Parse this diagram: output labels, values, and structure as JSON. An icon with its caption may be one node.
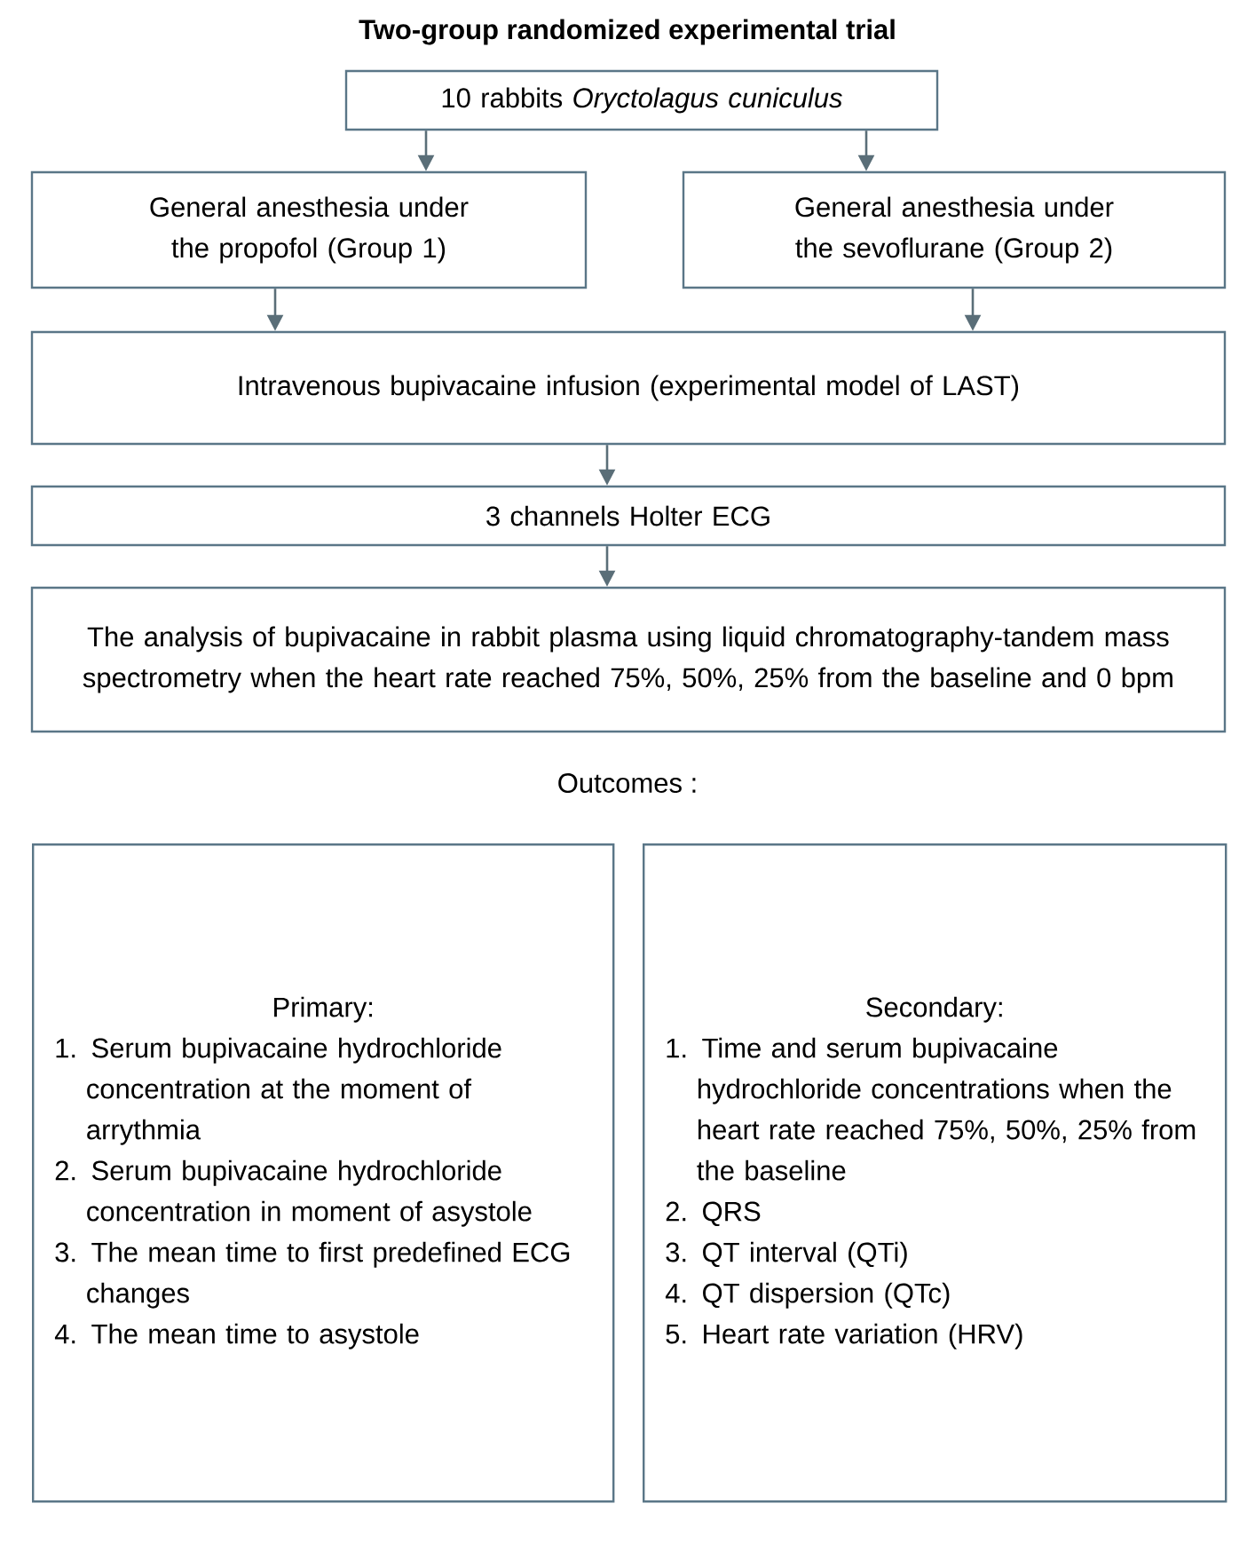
{
  "diagram": {
    "title": "Two-group randomized experimental trial",
    "nodes": [
      {
        "text": [
          "10 rabbits *Oryctolagus cuniculus*"
        ]
      },
      {
        "text": [
          "General anesthesia under the propofol (Group 1)"
        ]
      },
      {
        "text": [
          "General anesthesia under the sevoflurane (Group 2)"
        ]
      },
      {
        "text": [
          "Intravenous bupivacaine infusion (experimental model of LAST)"
        ]
      },
      {
        "text": [
          "3 channels Holter ECG"
        ]
      },
      {
        "text": [
          "The analysis of bupivacaine in rabbit plasma using liquid chromatography-tandem mass spectrometry when the heart rate reached 75%, 50%, 25% from the baseline and 0 bpm"
        ]
      },
      {
        "text": [
          "Primary:",
          "1. Serum bupivacaine hydrochloride concentration at the moment of arrythmia",
          "2. Serum bupivacaine hydrochloride concentration in moment of asystole",
          "3. The mean time to first predefined ECG changes",
          "4. The mean time to asystole"
        ]
      },
      {
        "text": [
          "Secondary:",
          "1. Time and serum bupivacaine hydrochloride concentrations when the heart rate reached 75%, 50%, 25% from the baseline",
          "2. QRS",
          "3. QT interval (QTi)",
          "4. QT dispersion (QTc)",
          "5. Heart rate variation (HRV)"
        ]
      }
    ],
    "edges": [
      {
        "from": 0,
        "to": 1,
        "arrow": "to"
      },
      {
        "from": 0,
        "to": 2,
        "arrow": "to"
      },
      {
        "from": 1,
        "to": 3,
        "arrow": "to"
      },
      {
        "from": 2,
        "to": 3,
        "arrow": "to"
      },
      {
        "from": 3,
        "to": 4,
        "arrow": "to"
      },
      {
        "from": 4,
        "to": 5,
        "arrow": "to"
      }
    ],
    "labels": [
      "Outcomes :"
    ]
  }
}
